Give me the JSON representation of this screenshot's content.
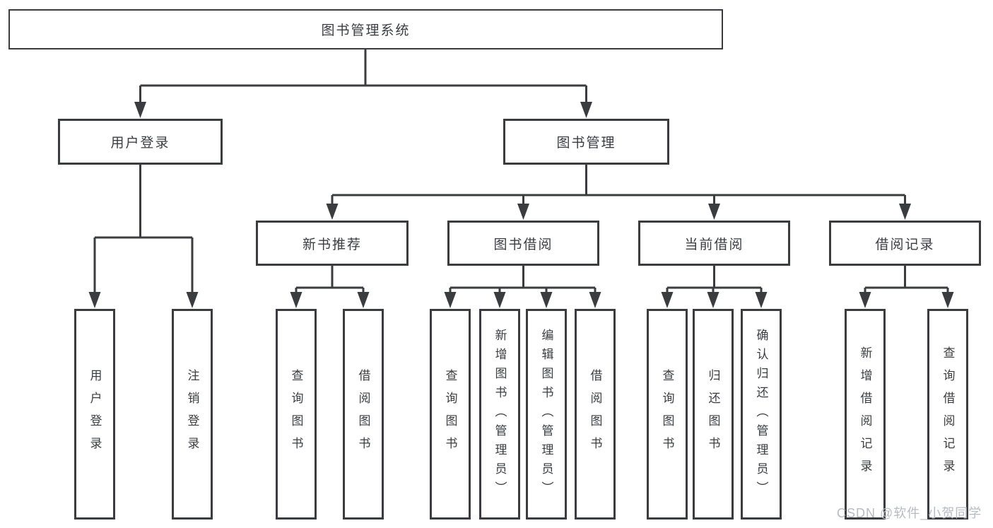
{
  "diagram": {
    "root": {
      "label": "图书管理系统"
    },
    "branches": {
      "user_login": {
        "label": "用户登录",
        "children": [
          {
            "label": "用户登录"
          },
          {
            "label": "注销登录"
          }
        ]
      },
      "book_management": {
        "label": "图书管理",
        "groups": [
          {
            "label": "新书推荐",
            "children": [
              {
                "label": "查询图书"
              },
              {
                "label": "借阅图书"
              }
            ]
          },
          {
            "label": "图书借阅",
            "children": [
              {
                "label": "查询图书"
              },
              {
                "label": "新增图书（管理员）"
              },
              {
                "label": "编辑图书（管理员）"
              },
              {
                "label": "借阅图书"
              }
            ]
          },
          {
            "label": "当前借阅",
            "children": [
              {
                "label": "查询图书"
              },
              {
                "label": "归还图书"
              },
              {
                "label": "确认归还（管理员）"
              }
            ]
          },
          {
            "label": "借阅记录",
            "children": [
              {
                "label": "新增借阅记录"
              },
              {
                "label": "查询借阅记录"
              }
            ]
          }
        ]
      }
    }
  },
  "watermark": {
    "text": "CSDN @软件_小贺同学"
  },
  "colors": {
    "line": "#3a3c40",
    "text": "#3b3d42",
    "background": "#ffffff",
    "watermark": "#b7bbc2"
  }
}
